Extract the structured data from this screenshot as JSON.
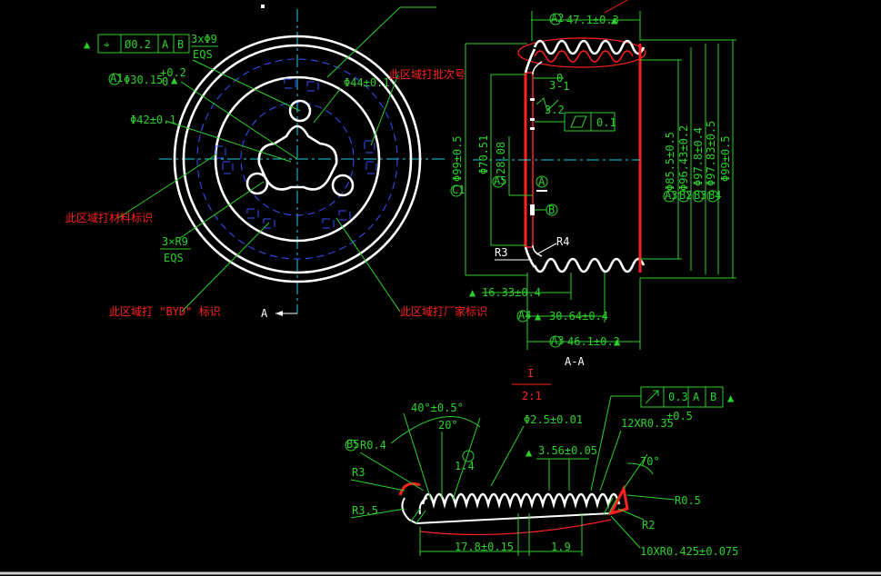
{
  "top_view": {
    "position_callout": {
      "sym": "⌖",
      "tol": "Ø0.2",
      "d1": "A",
      "d2": "B"
    },
    "holes_qty": "3xΦ9",
    "holes_eqs": "EQS",
    "dia_30": "Φ30.15",
    "dia_30_up": "+0.2",
    "dia_30_dn": "0",
    "dia_44": "Φ44±0.1",
    "dia_42": "Φ42±0.1",
    "radius": "3×R9",
    "radius_eqs": "EQS",
    "view_a": "A",
    "note_top_right": "此区域打批次号",
    "note_left": "此区域打材料标识",
    "note_bottom_left": "此区域打 \"BYD\" 标识",
    "note_bottom_right": "此区域打厂家标识"
  },
  "section_view": {
    "title": "A-A",
    "w_top": "47.1±0.3",
    "dim_3": "3",
    "dim_3_up": "0",
    "dim_3_dn": "-1",
    "rough": "3.2",
    "flat_tol": "0.1",
    "d99": "Φ99±0.5",
    "d70": "Φ70.51",
    "d28": "28.08",
    "datum_a": "A",
    "datum_b": "B",
    "d85": "Φ85.5±0.5",
    "d96": "Φ96.43±0.2",
    "d97": "Φ97.8±0.4",
    "d97b": "Φ97.83±0.5",
    "d99b": "Φ99±0.5",
    "r3": "R3",
    "r4": "R4",
    "w16": "16.33±0.4",
    "w30": "30.64±0.4",
    "w46": "46.1±0.2",
    "b_c1": "C1",
    "b_a5": "A5",
    "b_a2": "A2",
    "b_a3": "A3",
    "b_b2": "B2",
    "b_b3": "B3",
    "b_b4": "B4",
    "b_a1": "A1",
    "b_a4": "A4",
    "b_t": "A3"
  },
  "detail_view": {
    "label": "I",
    "scale": "2:1",
    "angle1": "40°±0.5°",
    "angle2": "20°",
    "angle3": "70°",
    "hole": "Φ2.5±0.01",
    "pitch": "3.56±0.05",
    "radii": "12XR0.35",
    "radii_tol": "±0.5",
    "runout": {
      "tol": "0.3",
      "d1": "A",
      "d2": "B"
    },
    "r04": "R0.4",
    "r3": "R3",
    "r35": "R3.5",
    "r05": "R0.5",
    "r2": "R2",
    "len17": "17.8±0.15",
    "len19": "1.9",
    "r0425": "10XR0.425±0.075",
    "t14": "1.4",
    "b_b5": "B5"
  }
}
